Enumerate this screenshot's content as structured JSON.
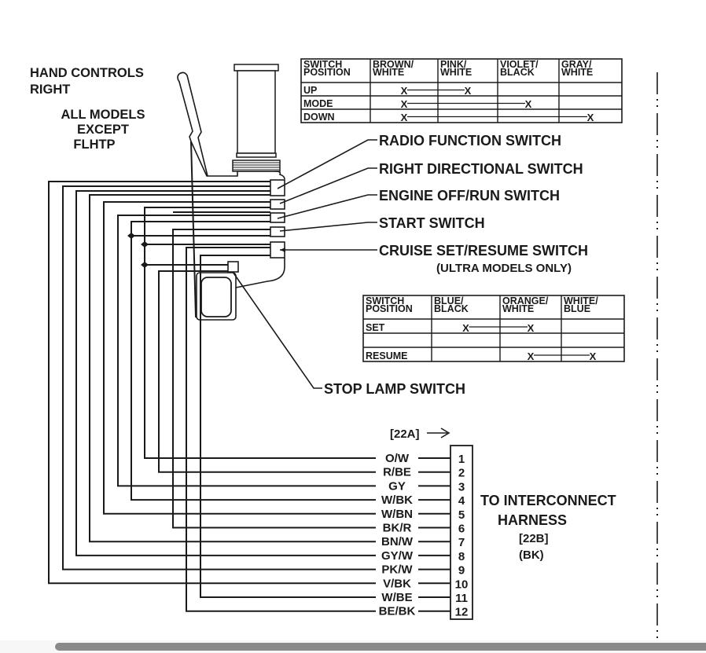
{
  "title": {
    "line1": "HAND CONTROLS",
    "line2": "RIGHT"
  },
  "applicability": [
    "ALL MODELS",
    "EXCEPT",
    "FLHTP"
  ],
  "callouts": {
    "radio": "RADIO FUNCTION SWITCH",
    "right_directional": "RIGHT DIRECTIONAL SWITCH",
    "engine": "ENGINE OFF/RUN SWITCH",
    "start": "START SWITCH",
    "cruise": "CRUISE SET/RESUME SWITCH",
    "cruise_note": "(ULTRA MODELS ONLY)",
    "stop_lamp": "STOP LAMP SWITCH"
  },
  "radio_table": {
    "headers": [
      [
        "SWITCH",
        "POSITION"
      ],
      [
        "BROWN/",
        "WHITE"
      ],
      [
        "PINK/",
        "WHITE"
      ],
      [
        "VIOLET/",
        "BLACK"
      ],
      [
        "GRAY/",
        "WHITE"
      ]
    ],
    "rows": [
      {
        "position": "UP",
        "marks": [
          "X",
          "X",
          "",
          ""
        ]
      },
      {
        "position": "MODE",
        "marks": [
          "X",
          "",
          "X",
          ""
        ]
      },
      {
        "position": "DOWN",
        "marks": [
          "X",
          "",
          "",
          "X"
        ]
      }
    ]
  },
  "cruise_table": {
    "headers": [
      [
        "SWITCH",
        "POSITION"
      ],
      [
        "BLUE/",
        "BLACK"
      ],
      [
        "ORANGE/",
        "WHITE"
      ],
      [
        "WHITE/",
        "BLUE"
      ]
    ],
    "rows": [
      {
        "position": "SET",
        "marks": [
          "X",
          "X",
          ""
        ]
      },
      {
        "position": "",
        "marks": [
          "",
          "",
          ""
        ]
      },
      {
        "position": "RESUME",
        "marks": [
          "",
          "X",
          "X"
        ]
      }
    ]
  },
  "connector": {
    "id_label": "[22A]",
    "arrow": "→",
    "pins": [
      {
        "pin": "1",
        "wire": "O/W"
      },
      {
        "pin": "2",
        "wire": "R/BE"
      },
      {
        "pin": "3",
        "wire": "GY"
      },
      {
        "pin": "4",
        "wire": "W/BK"
      },
      {
        "pin": "5",
        "wire": "W/BN"
      },
      {
        "pin": "6",
        "wire": "BK/R"
      },
      {
        "pin": "7",
        "wire": "BN/W"
      },
      {
        "pin": "8",
        "wire": "GY/W"
      },
      {
        "pin": "9",
        "wire": "PK/W"
      },
      {
        "pin": "10",
        "wire": "V/BK"
      },
      {
        "pin": "11",
        "wire": "W/BE"
      },
      {
        "pin": "12",
        "wire": "BE/BK"
      }
    ]
  },
  "destination": {
    "line1": "TO INTERCONNECT",
    "line2": "HARNESS",
    "line3": "[22B]",
    "line4": "(BK)"
  },
  "colors": {
    "ink": "#1a1a1a",
    "background": "#ffffff",
    "scrollbar": "#8a8a8a"
  }
}
